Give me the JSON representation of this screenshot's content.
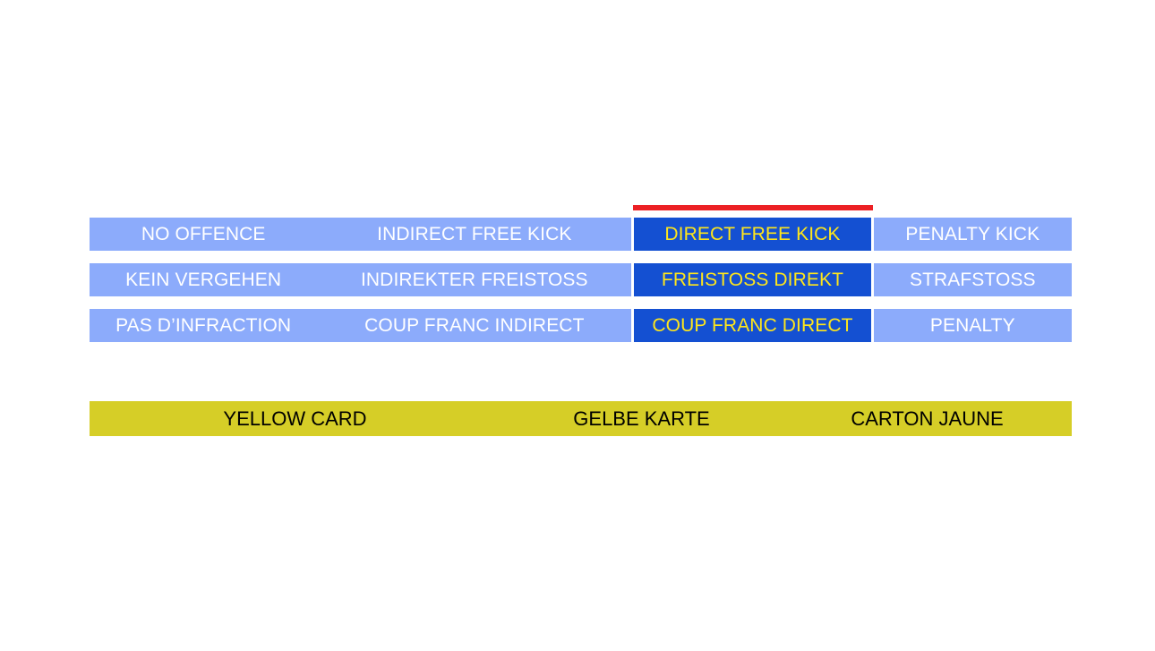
{
  "chart": {
    "marker": {
      "name": "red-indicator-bar",
      "color": "#ec2024",
      "above_column": "DIRECT FREE KICK"
    },
    "colors": {
      "cell_default_bg": "#8cabfb",
      "cell_default_text": "#ffffff",
      "cell_selected_bg": "#1450d2",
      "cell_selected_text": "#ffe61a",
      "card_bar_bg": "#d6ce27",
      "card_bar_text": "#000000",
      "marker": "#ec2024",
      "page_bg": "#ffffff"
    },
    "rows": [
      {
        "language": "english",
        "cells": [
          {
            "label": "NO OFFENCE",
            "selected": false
          },
          {
            "label": "INDIRECT FREE KICK",
            "selected": false
          },
          {
            "label": "DIRECT FREE KICK",
            "selected": true
          },
          {
            "label": "PENALTY KICK",
            "selected": false
          }
        ]
      },
      {
        "language": "german",
        "cells": [
          {
            "label": "KEIN VERGEHEN",
            "selected": false
          },
          {
            "label": "INDIREKTER FREISTOSS",
            "selected": false
          },
          {
            "label": "FREISTOSS DIREKT",
            "selected": true
          },
          {
            "label": "STRAFSTOSS",
            "selected": false
          }
        ]
      },
      {
        "language": "french",
        "cells": [
          {
            "label": "PAS D’INFRACTION",
            "selected": false
          },
          {
            "label": "COUP FRANC INDIRECT",
            "selected": false
          },
          {
            "label": "COUP FRANC DIRECT",
            "selected": true
          },
          {
            "label": "PENALTY",
            "selected": false
          }
        ]
      }
    ]
  },
  "card_bar": {
    "segments": [
      {
        "label": "YELLOW CARD",
        "language": "english"
      },
      {
        "label": "GELBE KARTE",
        "language": "german"
      },
      {
        "label": "CARTON JAUNE",
        "language": "french"
      }
    ]
  }
}
